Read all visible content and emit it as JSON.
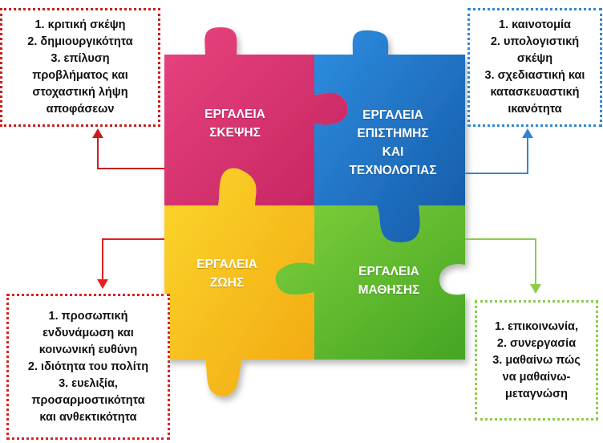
{
  "pieces": {
    "top_left": {
      "lines": [
        "ΕΡΓΑΛΕΙΑ",
        "ΣΚΕΨΗΣ"
      ],
      "color": "#d92f6c"
    },
    "top_right": {
      "lines": [
        "ΕΡΓΑΛΕΙΑ",
        "ΕΠΙΣΤΗΜΗΣ",
        "ΚΑΙ",
        "ΤΕΧΝΟΛΟΓΙΑΣ"
      ],
      "color": "#1e6fc3"
    },
    "bottom_left": {
      "lines": [
        "ΕΡΓΑΛΕΙΑ",
        "ΖΩΗΣ"
      ],
      "color": "#f6c21c"
    },
    "bottom_right": {
      "lines": [
        "ΕΡΓΑΛΕΙΑ",
        "ΜΑΘΗΣΗΣ"
      ],
      "color": "#5cbd2a"
    }
  },
  "boxes": {
    "top_left": {
      "lines": [
        "1. κριτική σκέψη",
        "2. δημιουργικότητα",
        "3. επίλυση",
        "προβλήματος και",
        "στοχαστική λήψη",
        "αποφάσεων"
      ],
      "border": "#c81e1e"
    },
    "top_right": {
      "lines": [
        "1. καινοτομία",
        "2. υπολογιστική",
        "σκέψη",
        "3. σχεδιαστική και",
        "κατασκευαστική",
        "ικανότητα"
      ],
      "border": "#2f86d6"
    },
    "bottom_left": {
      "lines": [
        "1. προσωπική",
        "ενδυνάμωση και",
        "κοινωνική ευθύνη",
        "2. ιδιότητα του πολίτη",
        "3. ευελιξία,",
        "προσαρμοστικότητα",
        "και ανθεκτικότητα"
      ],
      "border": "#e22020"
    },
    "bottom_right": {
      "lines": [
        "1. επικοινωνία,",
        "2. συνεργασία",
        "3. μαθαίνω πώς",
        "να μαθαίνω-",
        "μεταγνώση"
      ],
      "border": "#8dcc4a"
    }
  }
}
